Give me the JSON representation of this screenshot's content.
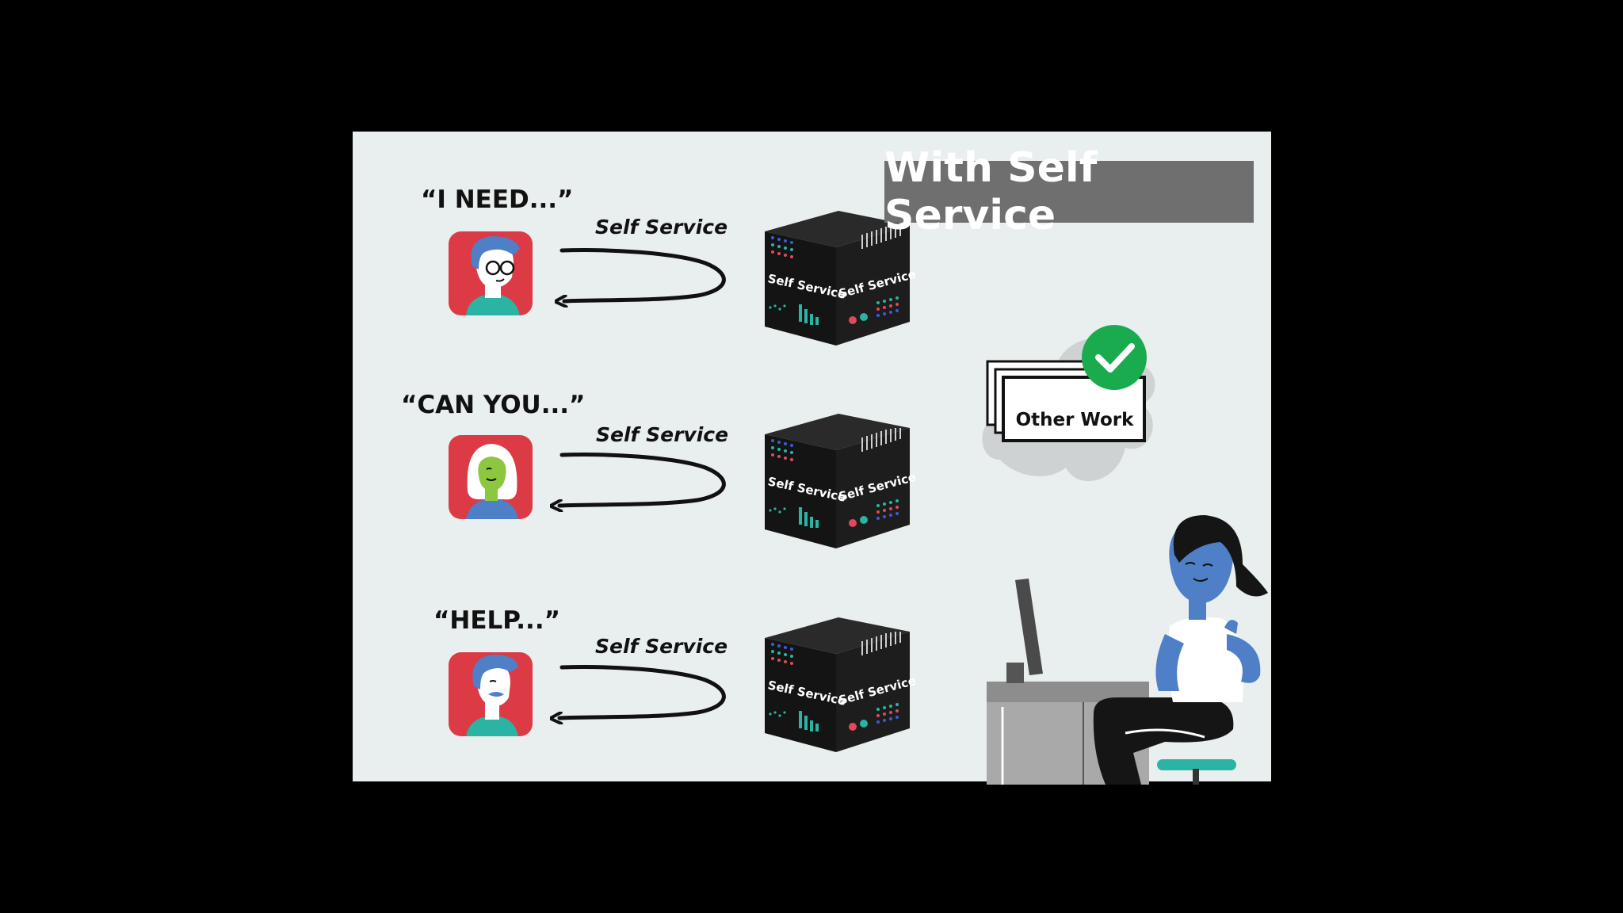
{
  "title": "With Self Service",
  "rows": [
    {
      "quote": "“I NEED...”",
      "arrow_label": "Self Service",
      "server_label_left": "Self Service",
      "server_label_right": "Self Service"
    },
    {
      "quote": "“CAN YOU...”",
      "arrow_label": "Self Service",
      "server_label_left": "Self Service",
      "server_label_right": "Self Service"
    },
    {
      "quote": "“HELP...”",
      "arrow_label": "Self Service",
      "server_label_left": "Self Service",
      "server_label_right": "Self Service"
    }
  ],
  "task_card": {
    "label": "Other Work",
    "status_icon": "check-icon"
  },
  "colors": {
    "avatar_bg": "#dc3b45",
    "check_green": "#1aab4e",
    "title_bg": "#6f6f6f",
    "server_black": "#151515",
    "person_blue": "#4f7fc7"
  }
}
